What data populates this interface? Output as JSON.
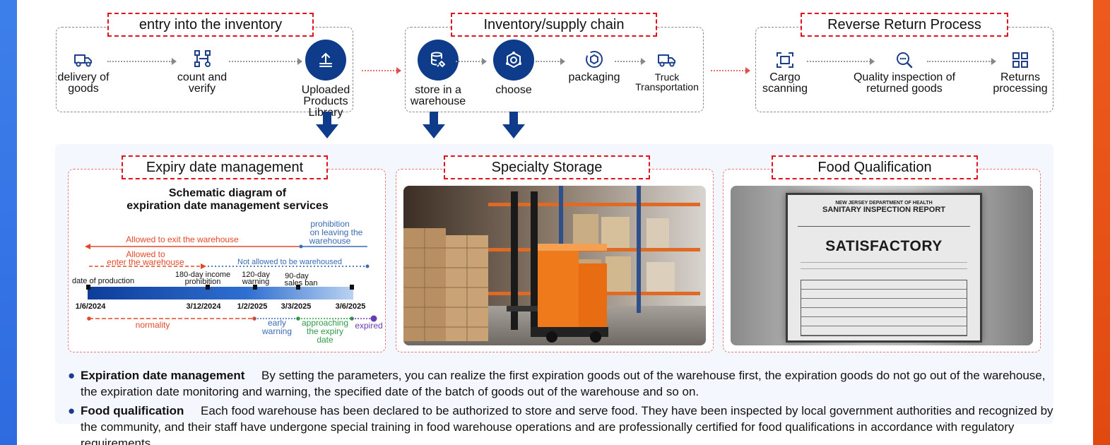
{
  "sections": {
    "entry": {
      "title": "entry into the inventory",
      "steps": [
        {
          "label": "delivery of goods",
          "icon": "truck-icon"
        },
        {
          "label": "count and verify",
          "icon": "flowchart-icon"
        },
        {
          "label": "Uploaded Products Library",
          "icon": "upload-icon"
        }
      ]
    },
    "supply": {
      "title": "Inventory/supply chain",
      "steps": [
        {
          "label": "store in a warehouse",
          "icon": "database-icon"
        },
        {
          "label": "choose",
          "icon": "hub-icon"
        },
        {
          "label": "packaging",
          "icon": "package-icon"
        },
        {
          "label": "Truck Transportation",
          "icon": "truck-icon"
        }
      ]
    },
    "reverse": {
      "title": "Reverse Return Process",
      "steps": [
        {
          "label": "Cargo scanning",
          "icon": "scan-icon"
        },
        {
          "label": "Quality inspection of returned goods",
          "icon": "magnifier-icon"
        },
        {
          "label": "Returns processing",
          "icon": "grid-icon"
        }
      ]
    }
  },
  "panels": {
    "expiry": {
      "title": "Expiry date management",
      "diagram_title_1": "Schematic diagram of",
      "diagram_title_2": "expiration date management services",
      "allowed_exit": "Allowed to exit the warehouse",
      "prohibition_1": "prohibition",
      "prohibition_2": "on leaving the",
      "prohibition_3": "warehouse",
      "allowed_enter_1": "Allowed to",
      "allowed_enter_2": "enter the warehouse",
      "not_allowed": "Not allowed to be warehoused",
      "date_of_production": "date of production",
      "income_1": "180-day income",
      "income_2": "prohibition",
      "warn_1": "120-day",
      "warn_2": "warning",
      "ban_1": "90-day",
      "ban_2": "sales ban",
      "dates": [
        "1/6/2024",
        "3/12/2024",
        "1/2/2025",
        "3/3/2025",
        "3/6/2025"
      ],
      "normality": "normality",
      "early_1": "early",
      "early_2": "warning",
      "approach_1": "approaching",
      "approach_2": "the expiry",
      "approach_3": "date",
      "expired": "expired"
    },
    "storage": {
      "title": "Specialty Storage"
    },
    "food": {
      "title": "Food Qualification",
      "doc_dept": "NEW JERSEY DEPARTMENT OF HEALTH",
      "doc_title": "SANITARY INSPECTION REPORT",
      "doc_status": "SATISFACTORY"
    }
  },
  "notes": [
    {
      "heading": "Expiration date management",
      "text": "By setting the parameters, you can realize the first expiration goods out of the warehouse first, the expiration goods do not go out of the warehouse, the expiration date monitoring and warning, the specified date of the batch of goods out of the warehouse and so on."
    },
    {
      "heading": "Food qualification",
      "text": "Each food warehouse has been declared to be authorized to store and serve food. They have been inspected by local government authorities and recognized by the community, and their staff have undergone special training in food warehouse operations and are professionally certified for food qualifications in accordance with regulatory requirements."
    }
  ],
  "colors": {
    "navy": "#0e3b8a",
    "red_dash": "#e0141e",
    "left_bar": "#3d7fea",
    "right_bar": "#ee5a1e",
    "orange_line": "#e2492a",
    "blue_line": "#3a6bb5",
    "green_text": "#2f9a4a",
    "purple": "#6a3bb0"
  }
}
